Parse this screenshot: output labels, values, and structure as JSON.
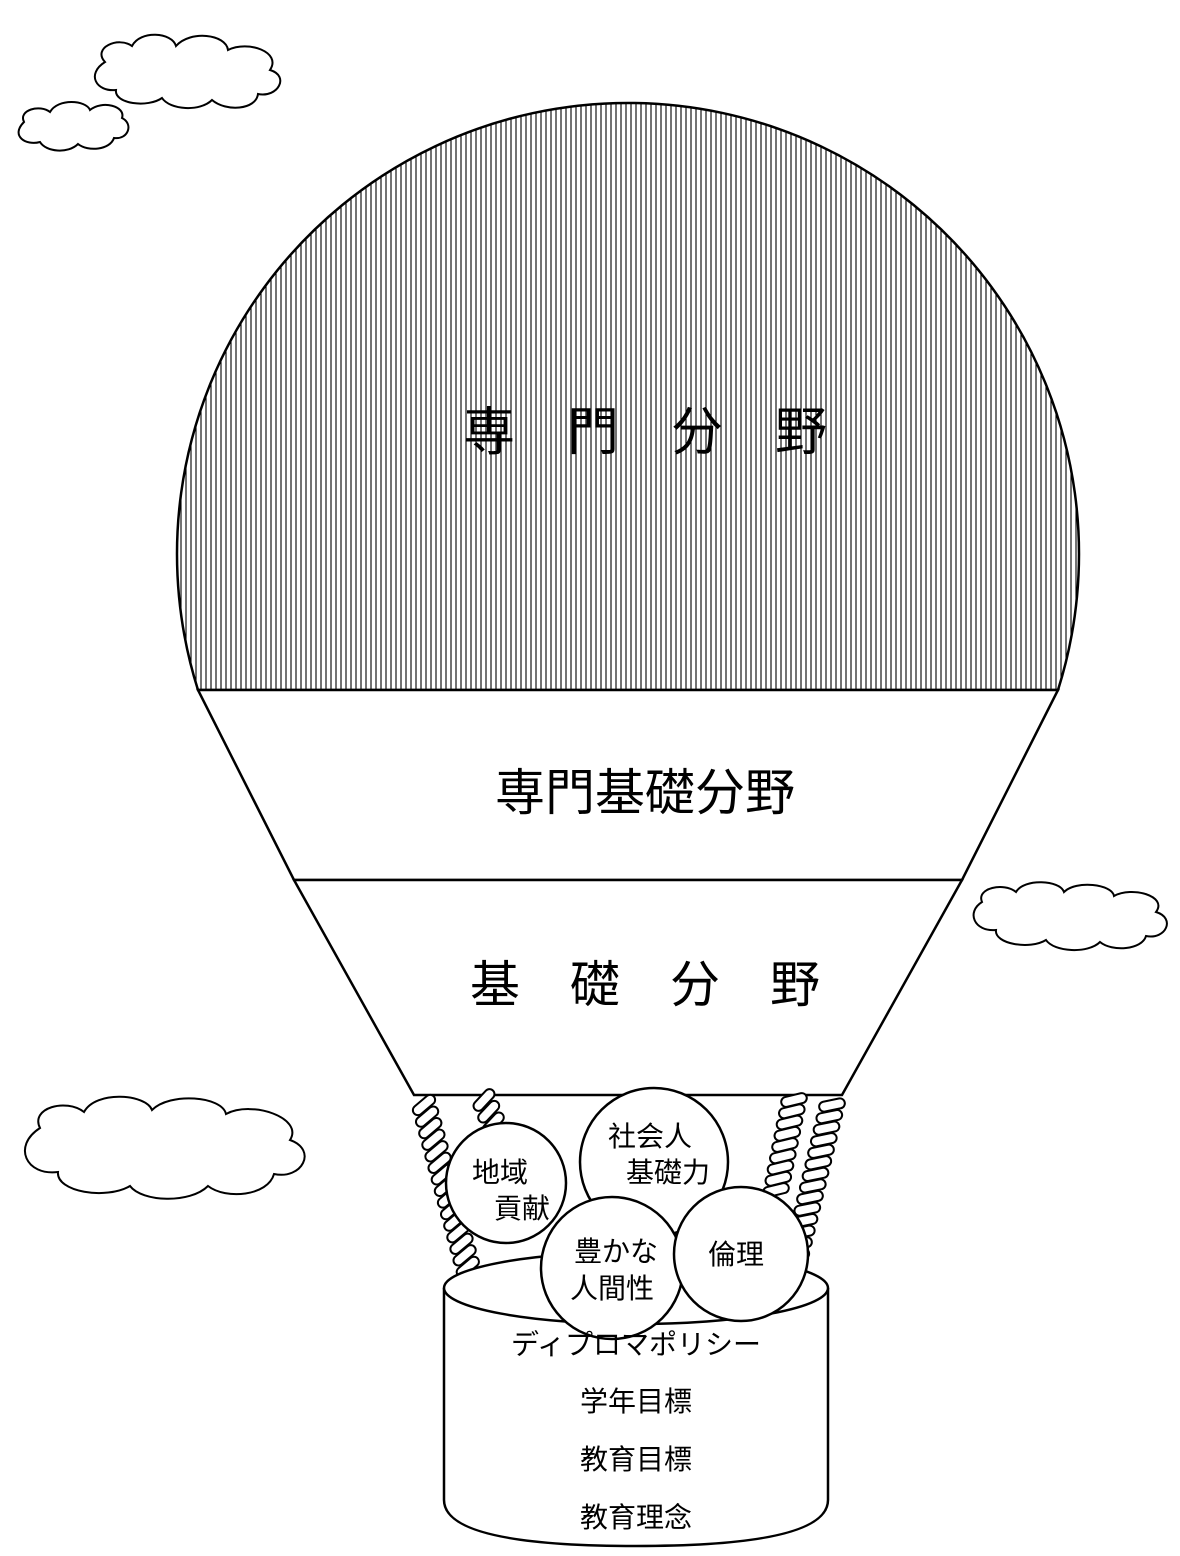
{
  "balloon": {
    "envelope_label": "専　門　分　野",
    "upper_band_label": "専門基礎分野",
    "lower_band_label": "基　礎　分　野",
    "colors": {
      "line": "#000000",
      "fill": "#ffffff",
      "hatch": "#000000"
    }
  },
  "values": {
    "circle_1": [
      "地域",
      "貢献"
    ],
    "circle_2": [
      "社会人",
      "基礎力"
    ],
    "circle_3": [
      "豊かな",
      "人間性"
    ],
    "circle_4": [
      "倫理"
    ]
  },
  "basket": {
    "lines": [
      "ディプロマポリシー",
      "学年目標",
      "教育目標",
      "教育理念"
    ]
  }
}
